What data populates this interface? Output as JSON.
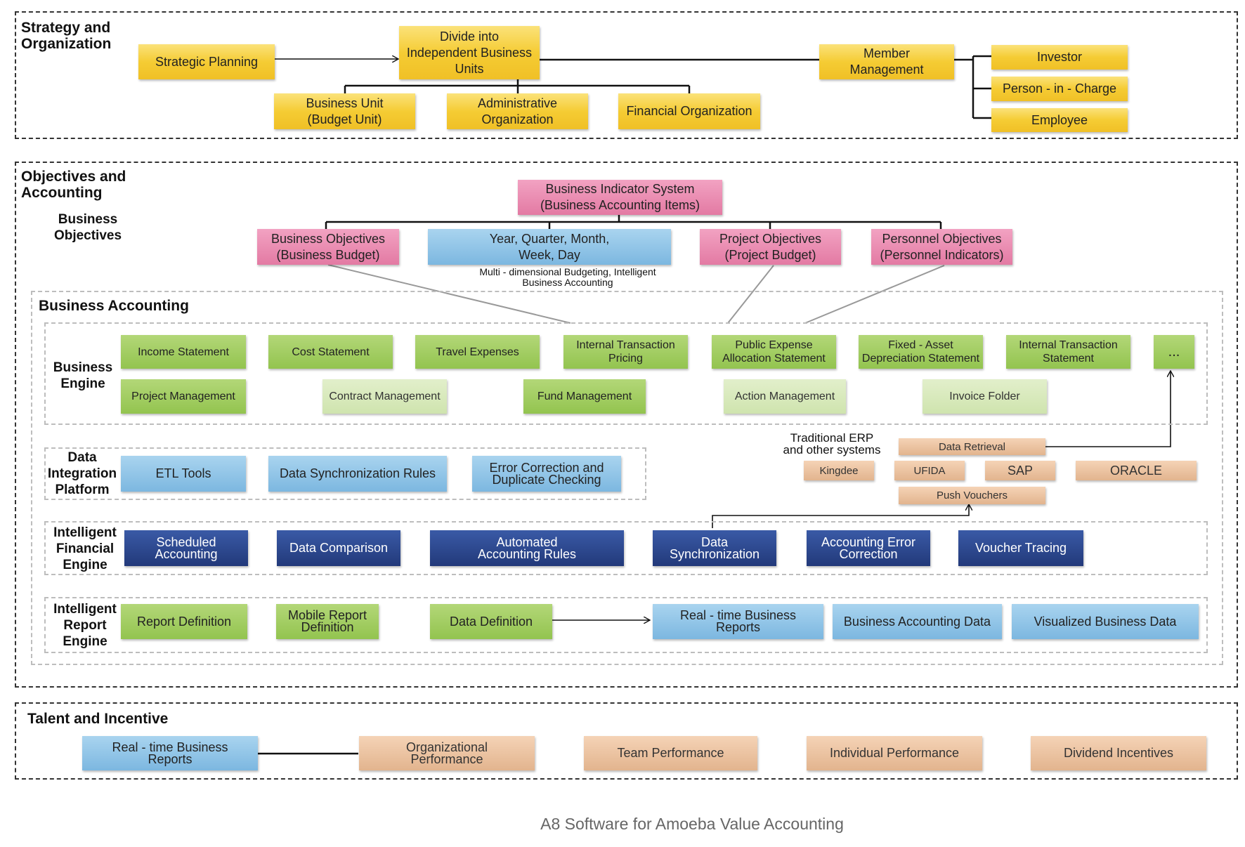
{
  "caption": "A8 Software for Amoeba Value Accounting",
  "colors": {
    "yellow": "#f5cc34",
    "pink": "#e37aa3",
    "light_blue": "#7cb7e0",
    "green": "#93c44f",
    "pale_green": "#cfe4ae",
    "navy": "#22397a",
    "tan": "#e2b48e",
    "border_dark": "#333333",
    "border_light": "#bdbdbd"
  },
  "strategy": {
    "title": "Strategy and\nOrganization",
    "strategic_planning": "Strategic Planning",
    "divide_units": "Divide into\nIndependent Business\nUnits",
    "business_unit": "Business Unit\n(Budget Unit)",
    "administrative": "Administrative\nOrganization",
    "financial_org": "Financial Organization",
    "member_management": "Member\nManagement",
    "investor": "Investor",
    "person_in_charge": "Person - in - Charge",
    "employee": "Employee"
  },
  "objectives": {
    "title": "Objectives and\nAccounting",
    "business_objectives_label": "Business\nObjectives",
    "indicator_system": "Business Indicator System\n(Business Accounting Items)",
    "business_budget": "Business Objectives\n(Business Budget)",
    "periods": "Year, Quarter, Month,\nWeek, Day",
    "project_budget": "Project Objectives\n(Project Budget)",
    "personnel": "Personnel Objectives\n(Personnel Indicators)",
    "multi_note": "Multi - dimensional Budgeting, Intelligent\nBusiness Accounting"
  },
  "accounting": {
    "title": "Business Accounting",
    "engine_label": "Business\nEngine",
    "engine_row1": [
      "Income Statement",
      "Cost Statement",
      "Travel Expenses",
      "Internal Transaction\nPricing",
      "Public Expense\nAllocation Statement",
      "Fixed - Asset\nDepreciation Statement",
      "Internal Transaction\nStatement",
      "..."
    ],
    "engine_row2": [
      "Project Management",
      "Contract Management",
      "Fund Management",
      "Action Management",
      "Invoice Folder"
    ],
    "integration_label": "Data\nIntegration\nPlatform",
    "integration_items": [
      "ETL Tools",
      "Data Synchronization Rules",
      "Error Correction and\nDuplicate Checking"
    ],
    "erp_label": "Traditional ERP\nand other systems",
    "data_retrieval": "Data Retrieval",
    "erp_systems": [
      "Kingdee",
      "UFIDA",
      "SAP",
      "ORACLE"
    ],
    "push_vouchers": "Push Vouchers",
    "financial_label": "Intelligent\nFinancial\nEngine",
    "financial_items": [
      "Scheduled\nAccounting",
      "Data Comparison",
      "Automated\nAccounting Rules",
      "Data\nSynchronization",
      "Accounting Error\nCorrection",
      "Voucher Tracing"
    ],
    "report_label": "Intelligent\nReport\nEngine",
    "report_items": [
      "Report Definition",
      "Mobile Report\nDefinition",
      "Data Definition"
    ],
    "report_outputs": [
      "Real - time Business\nReports",
      "Business Accounting Data",
      "Visualized Business Data"
    ]
  },
  "talent": {
    "title": "Talent and Incentive",
    "items": [
      "Real - time Business\nReports",
      "Organizational\nPerformance",
      "Team Performance",
      "Individual Performance",
      "Dividend Incentives"
    ]
  }
}
